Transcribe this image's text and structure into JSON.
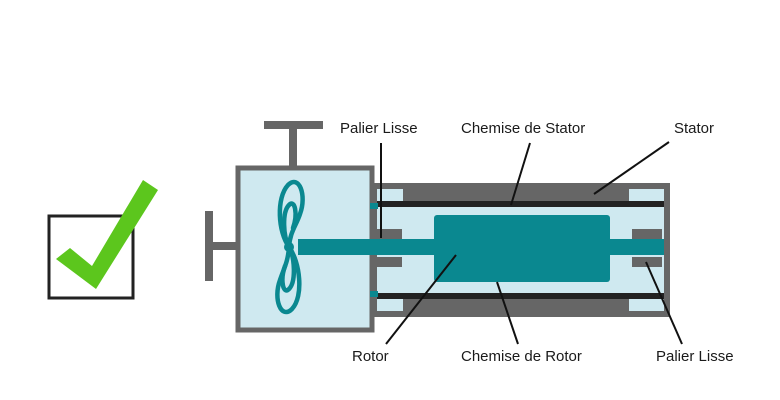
{
  "diagram": {
    "labels": {
      "top_left_bearing": "Palier Lisse",
      "stator_liner": "Chemise de Stator",
      "stator": "Stator",
      "rotor": "Rotor",
      "rotor_liner": "Chemise de Rotor",
      "bottom_right_bearing": "Palier Lisse"
    }
  },
  "colors": {
    "check_green": "#5cc61d",
    "frame_gray": "#666666",
    "housing_fill": "#cfe9f0",
    "teal": "#0a8890",
    "dark_bar": "#222222"
  },
  "icons": [
    "checkbox-icon",
    "checkmark-icon",
    "propeller-icon"
  ]
}
